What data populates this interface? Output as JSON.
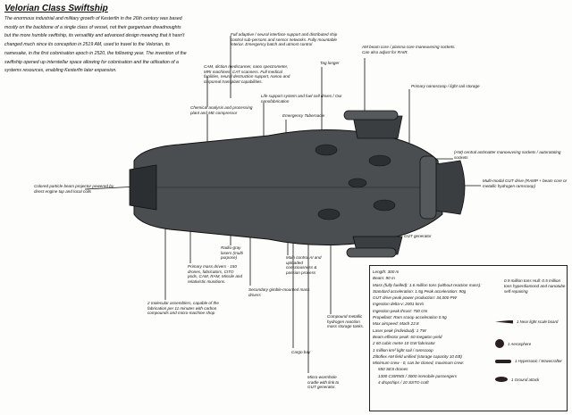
{
  "title": "Velorian Class Swiftship",
  "intro": "The enormous industrial and military growth of Kesterfin in the 26th century was based mostly on the backbone of a single class of vessel, not their gargantuan dreadnoughts but the more humble swiftship, its versatility and advanced design meaning that it hasn't changed much since its conception in 2519 AM, used to travel to the Velorian, its namesake, in the first colonisation epoch in 2520, the following year. The invention of the swiftship opened up interstellar space allowing for colonisation and the utilisation of a systems resources, enabling Kesterfin later expansion.",
  "labels": {
    "neural": "Full adaptive / neural interface support and distributed ship control sub-persons and sensor networks. Fully mountable interior. Emergency batch and utmost control",
    "medical": "CAM, diction medscanner, nano spectrometer, MRI machines, CAT scanners. Full medical facilities, neural destruction support, nanoo and corporeal transplant capabilities.",
    "chemical": "Chemical analysis and processing plant and ME compressor",
    "tag": "Tag longer",
    "life_support": "Life support system and fuel cell drives / Our nanofabrication",
    "emergency": "Emergency Tabernacle",
    "am_beam": "AM beam core / plasma core maneuvering sockets. Can also adjust for RAIR.",
    "nanoscoop": "Primary nanoscoop / light sail storage",
    "central_am": "(AM) central antimatter manoeuvring sockets / autorotating sockets",
    "gut_drive": "Multi-modal GUT drive (RAMP + beam core or metallic hydrogen ramscoop)",
    "gut_gen": "GUT generator",
    "beam_projector": "Colored particle beam projector powered by direct engine tap and local coils",
    "lasers": "Radio-gray lasers (multi purpose)",
    "primary_mass": "Primary mass drivers - 150 drones, fabricators, CITO pods, CAM, RAM, Missile and relativistic munitions.",
    "assembler": "2 molecular assemblers, capable of the fabrication per 11 minutes with carbon compounds and micro-machine shop",
    "secondary_mass": "Secondary gimble-mounted mass drivers",
    "main_ai": "Main control AI and uploaded consciousness & passion process",
    "tanks": "Compound metallic hydrogen reaction mass storage tanks.",
    "cargo": "Cargo bay",
    "wormhole": "Micro-wormhole cradle with link to GUT generator."
  },
  "specs": {
    "lines": [
      "Length: 300 m",
      "Beam: 90 m",
      "Mass (fully fuelled): 1.6 million tons (without reaction mass):",
      "Standard acceleration: 1.5g  Peak acceleration: 90g",
      "GUT drive peak power production: 34,000 PW",
      "Ingestion delta-v: 2001 km/s",
      "Ingestion peak thrust: 700 GN",
      "Propellant: Ram scoop acceleration 0.5g",
      "Max airspeed: Mach 22.8",
      "Laser peak (individual): 1 TW",
      "Beam effector peak: 60 megaton yield",
      "2 60 cubic metre 10 GW fabricator",
      "1 million km² light sail / ramscoop",
      "Ziltoflex AM field unified (storage capacity 10 EB)",
      "Minimum crew - 0, can be cloned, maximum crew:",
      "550 SES drones",
      "1300 CSIRMS / 3000 immobile passengers",
      "4 dropships / 10 SSTO craft"
    ],
    "mass_note": "0.9 million tons  Hull: 0.5 million tons hyperdiamond and nanotube self-repairing",
    "legend": [
      {
        "label": "1 Near light scale board",
        "icon": "ship-silhouette-icon"
      },
      {
        "label": "1 Aerosphere",
        "icon": "blob-icon"
      },
      {
        "label": "1 Hypersonic / Wavecrafter",
        "icon": "dart-icon"
      },
      {
        "label": "1 Ground attack",
        "icon": "oval-icon"
      }
    ]
  },
  "colors": {
    "hull": "#4a4e50",
    "hull_dark": "#2c2f31",
    "ink": "#111111",
    "crew_icon": "#2a2020"
  }
}
